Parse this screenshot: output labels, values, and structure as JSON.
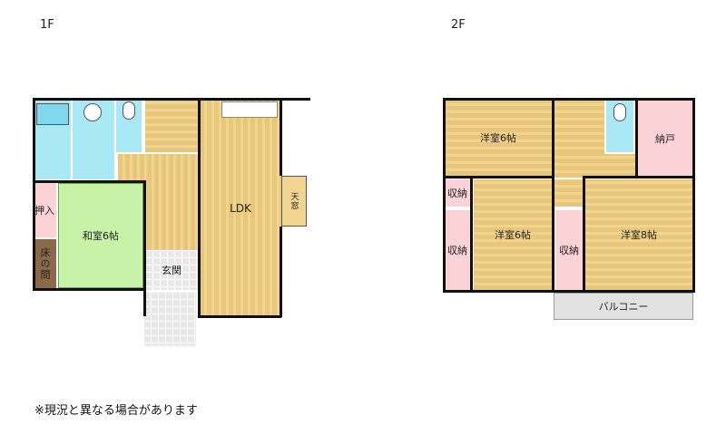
{
  "floors": [
    {
      "label": "1F",
      "rooms": {
        "ldk": "LDK",
        "washitsu": "和室6帖",
        "oshiire": "押入",
        "tokonoma": "床の間",
        "genkan": "玄関",
        "tenmado": "天窓"
      }
    },
    {
      "label": "2F",
      "rooms": {
        "yoshitsu_a": "洋室6帖",
        "yoshitsu_b": "洋室6帖",
        "yoshitsu_c": "洋室8帖",
        "nando": "納戸",
        "shuno_1": "収納",
        "shuno_2": "収納",
        "shuno_3": "収納",
        "balcony": "バルコニー"
      }
    }
  ],
  "note": "※現況と異なる場合があります",
  "colors": {
    "wood": "#e9c77a",
    "water": "#a9e8f5",
    "tatami": "#c7f2a8",
    "storage": "#fbd2d6",
    "tokonoma": "#8b6a4a",
    "wall": "#111111"
  }
}
